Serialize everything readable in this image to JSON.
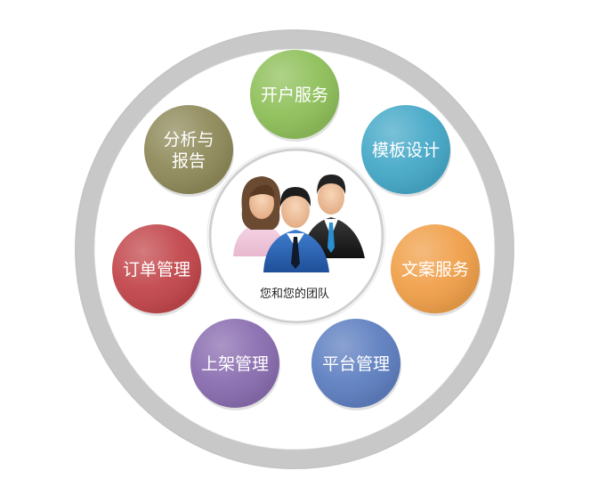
{
  "diagram": {
    "ring_title": "MARKETPLACES",
    "center": {
      "label": "您和您的团队",
      "icon": "team-people-icon"
    },
    "services": [
      {
        "key": "account",
        "lines": [
          "开户服务"
        ],
        "color": "#8fc05a"
      },
      {
        "key": "template",
        "lines": [
          "模板设计"
        ],
        "color": "#46a9c8"
      },
      {
        "key": "copy",
        "lines": [
          "文案服务"
        ],
        "color": "#f0a04a"
      },
      {
        "key": "platform",
        "lines": [
          "平台管理"
        ],
        "color": "#5e7fc0"
      },
      {
        "key": "listing",
        "lines": [
          "上架管理"
        ],
        "color": "#8a6db0"
      },
      {
        "key": "order",
        "lines": [
          "订单管理"
        ],
        "color": "#c2474c"
      },
      {
        "key": "analysis",
        "lines": [
          "分析与",
          "报告"
        ],
        "color": "#8f8a5a"
      }
    ],
    "colors": {
      "ring": "#c8c8c8",
      "inner_ring": "#d0d0d0"
    }
  }
}
